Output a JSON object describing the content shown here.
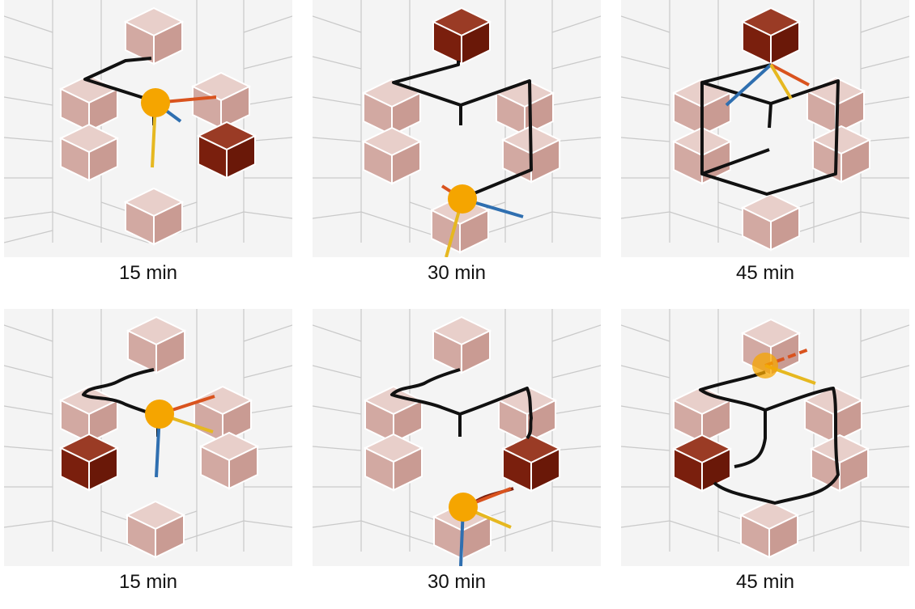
{
  "colors": {
    "cube_light": "#d9b3ac",
    "cube_dark": "#7a1f0d",
    "path": "#111111",
    "ball": "#f5a500",
    "axis_red": "#d9531e",
    "axis_blue": "#2f6fb0",
    "axis_yellow": "#e6b820",
    "grid": "#c8c8c8"
  },
  "panels": [
    {
      "caption": "15 min",
      "highlight_cube": "right-lower",
      "wobbly": false
    },
    {
      "caption": "30 min",
      "highlight_cube": "top",
      "wobbly": false
    },
    {
      "caption": "45 min",
      "highlight_cube": "top",
      "wobbly": false
    },
    {
      "caption": "15 min",
      "highlight_cube": "left-lower",
      "wobbly": true
    },
    {
      "caption": "30 min",
      "highlight_cube": "right-lower",
      "wobbly": true
    },
    {
      "caption": "45 min",
      "highlight_cube": "left-lower",
      "wobbly": true
    }
  ]
}
